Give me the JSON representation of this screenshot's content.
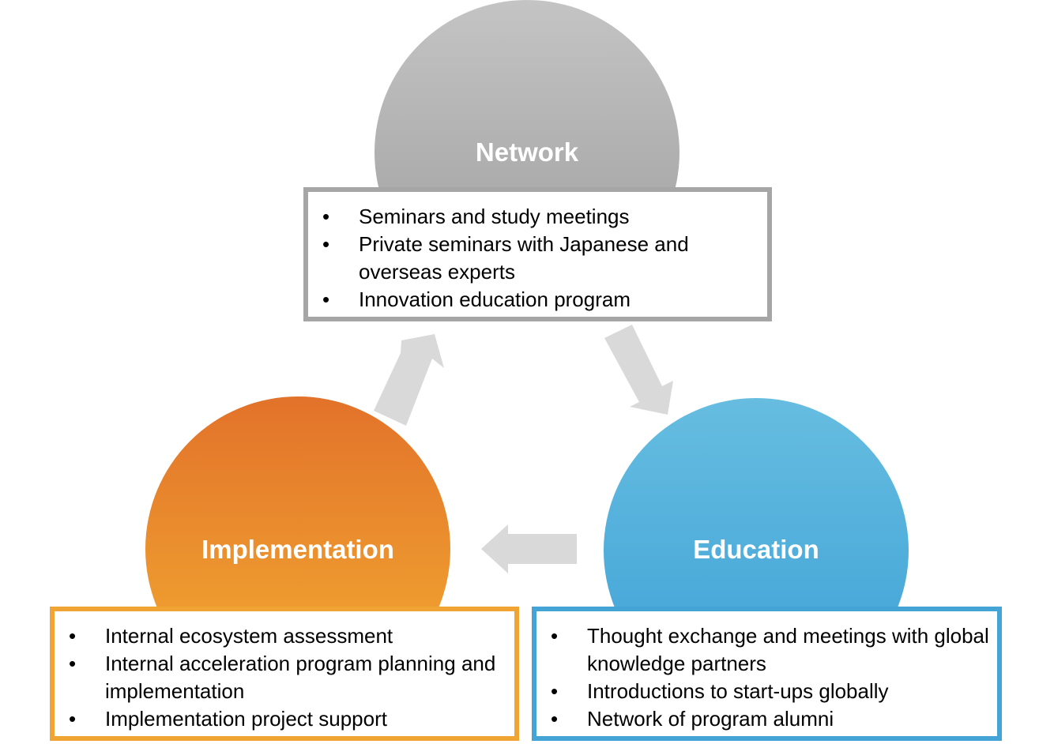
{
  "colors": {
    "network_top": "#c4c4c4",
    "network_bottom": "#9d9d9d",
    "implementation_top": "#e2722a",
    "implementation_bottom": "#f3ad32",
    "education_top": "#66bde0",
    "education_bottom": "#3ea1d6",
    "arrow": "#d9d9d9",
    "network_border": "#a6a6a6",
    "implementation_border": "#f0a433",
    "education_border": "#44a4d6"
  },
  "bullet_glyph": "•",
  "nodes": {
    "network": {
      "title": "Network",
      "items": [
        "Seminars and study meetings",
        "Private seminars with Japanese and overseas experts",
        "Innovation education program"
      ]
    },
    "implementation": {
      "title": "Implementation",
      "items": [
        "Internal ecosystem assessment",
        "Internal acceleration program planning and implementation",
        "Implementation project support"
      ]
    },
    "education": {
      "title": "Education",
      "items": [
        "Thought exchange and meetings with global knowledge partners",
        "Introductions to start-ups globally",
        "Network of program alumni"
      ]
    }
  },
  "arrows": [
    {
      "from": "implementation",
      "to": "network"
    },
    {
      "from": "network",
      "to": "education"
    },
    {
      "from": "education",
      "to": "implementation"
    }
  ]
}
